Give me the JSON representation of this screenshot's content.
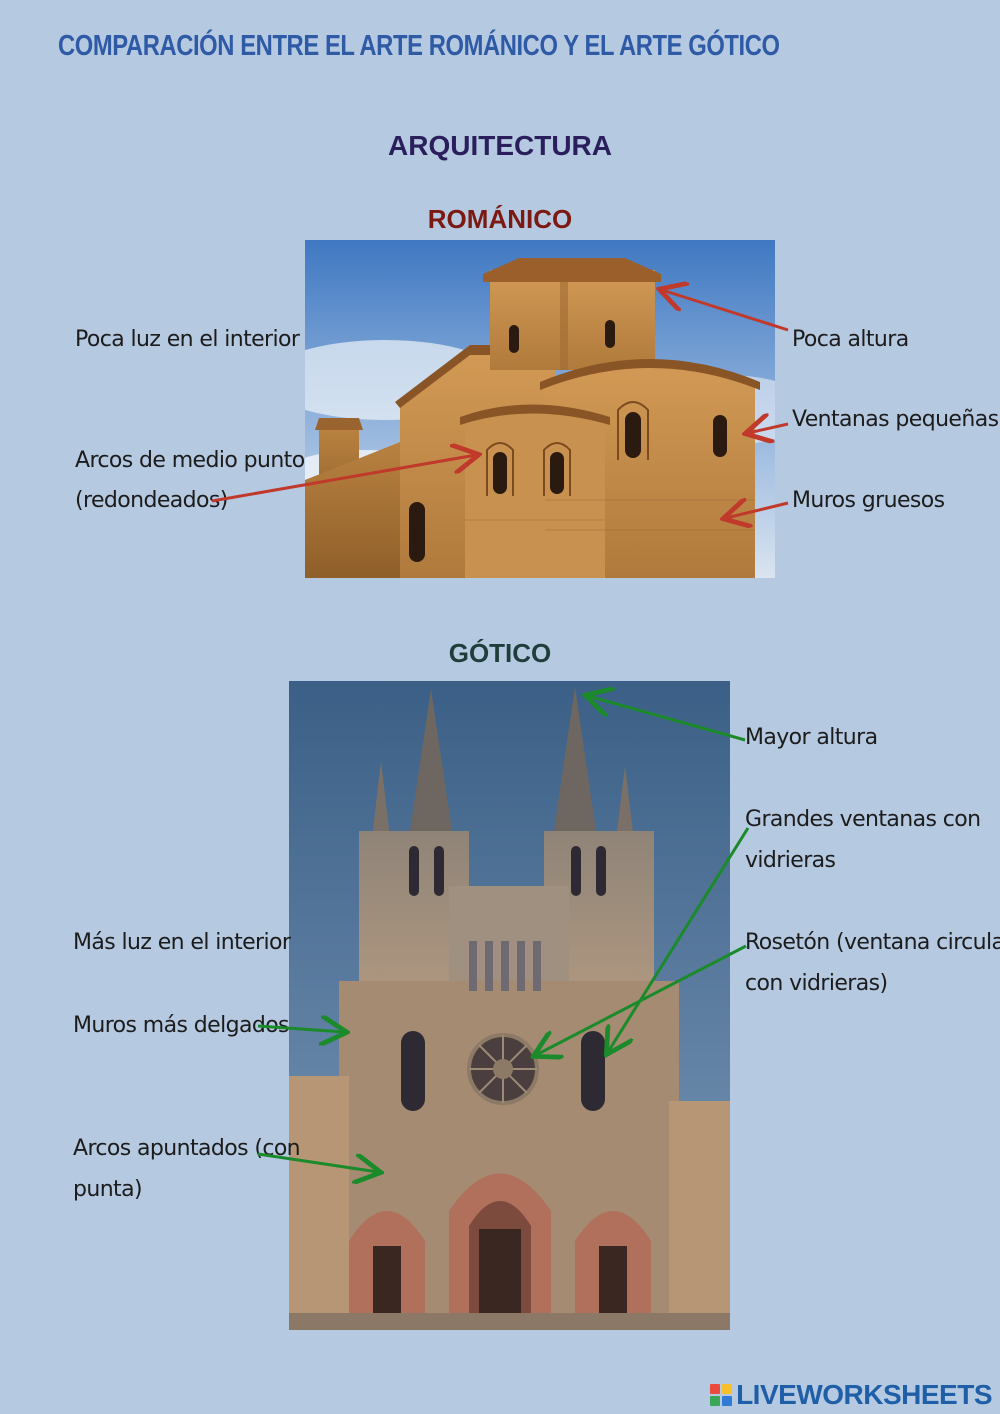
{
  "title": "COMPARACIÓN ENTRE EL ARTE ROMÁNICO Y EL ARTE GÓTICO",
  "section": "ARQUITECTURA",
  "romanico": {
    "heading": "ROMÁNICO",
    "labels": {
      "poca_luz": "Poca luz en el interior",
      "arcos_1": "Arcos de medio punto",
      "arcos_2": "(redondeados)",
      "poca_altura": "Poca altura",
      "ventanas": "Ventanas pequeñas",
      "muros": "Muros gruesos"
    }
  },
  "gotico": {
    "heading": "GÓTICO",
    "labels": {
      "mayor_altura": "Mayor altura",
      "grandes_1": "Grandes ventanas con",
      "grandes_2": "vidrieras",
      "mas_luz": "Más luz en el interior",
      "roseton_1": "Rosetón (ventana circular",
      "roseton_2": "con vidrieras)",
      "muros": "Muros más delgados",
      "arcos_1": "Arcos apuntados (con",
      "arcos_2": "punta)"
    }
  },
  "brand": "LIVEWORKSHEETS",
  "colors": {
    "background": "#b5c9e1",
    "title": "#2f5aa5",
    "section": "#2a1f5c",
    "romanico_heading": "#7a1a12",
    "gotico_heading": "#1f3d3a",
    "romanico_arrow": "#c0392b",
    "gotico_arrow": "#1b8a2a"
  }
}
